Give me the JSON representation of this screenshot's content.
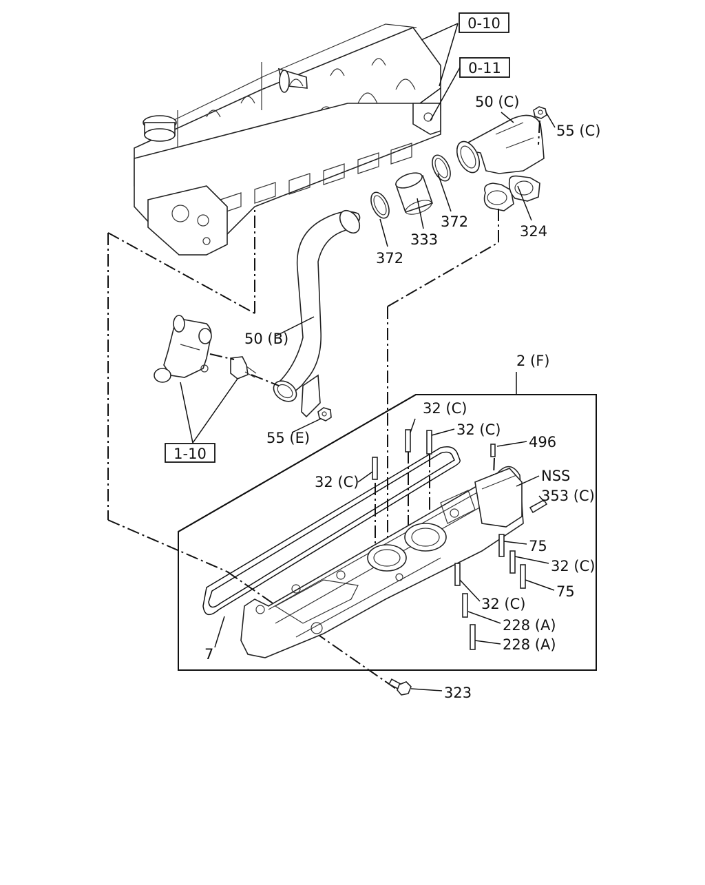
{
  "callouts": {
    "ref_0_10": "0-10",
    "ref_0_11": "0-11",
    "ref_1_10": "1-10",
    "p50c": "50 (C)",
    "p55c": "55 (C)",
    "p372_upper": "372",
    "p333": "333",
    "p372_lower": "372",
    "p324": "324",
    "p50b": "50 (B)",
    "p55e": "55 (E)",
    "p2f": "2 (F)",
    "p32c_a": "32 (C)",
    "p32c_b": "32 (C)",
    "p496": "496",
    "p32c_c": "32 (C)",
    "pnss": "NSS",
    "p353c": "353 (C)",
    "p75_a": "75",
    "p32c_d": "32 (C)",
    "p75_b": "75",
    "p32c_e": "32 (C)",
    "p228a_a": "228 (A)",
    "p228a_b": "228 (A)",
    "p7": "7",
    "p323": "323"
  }
}
